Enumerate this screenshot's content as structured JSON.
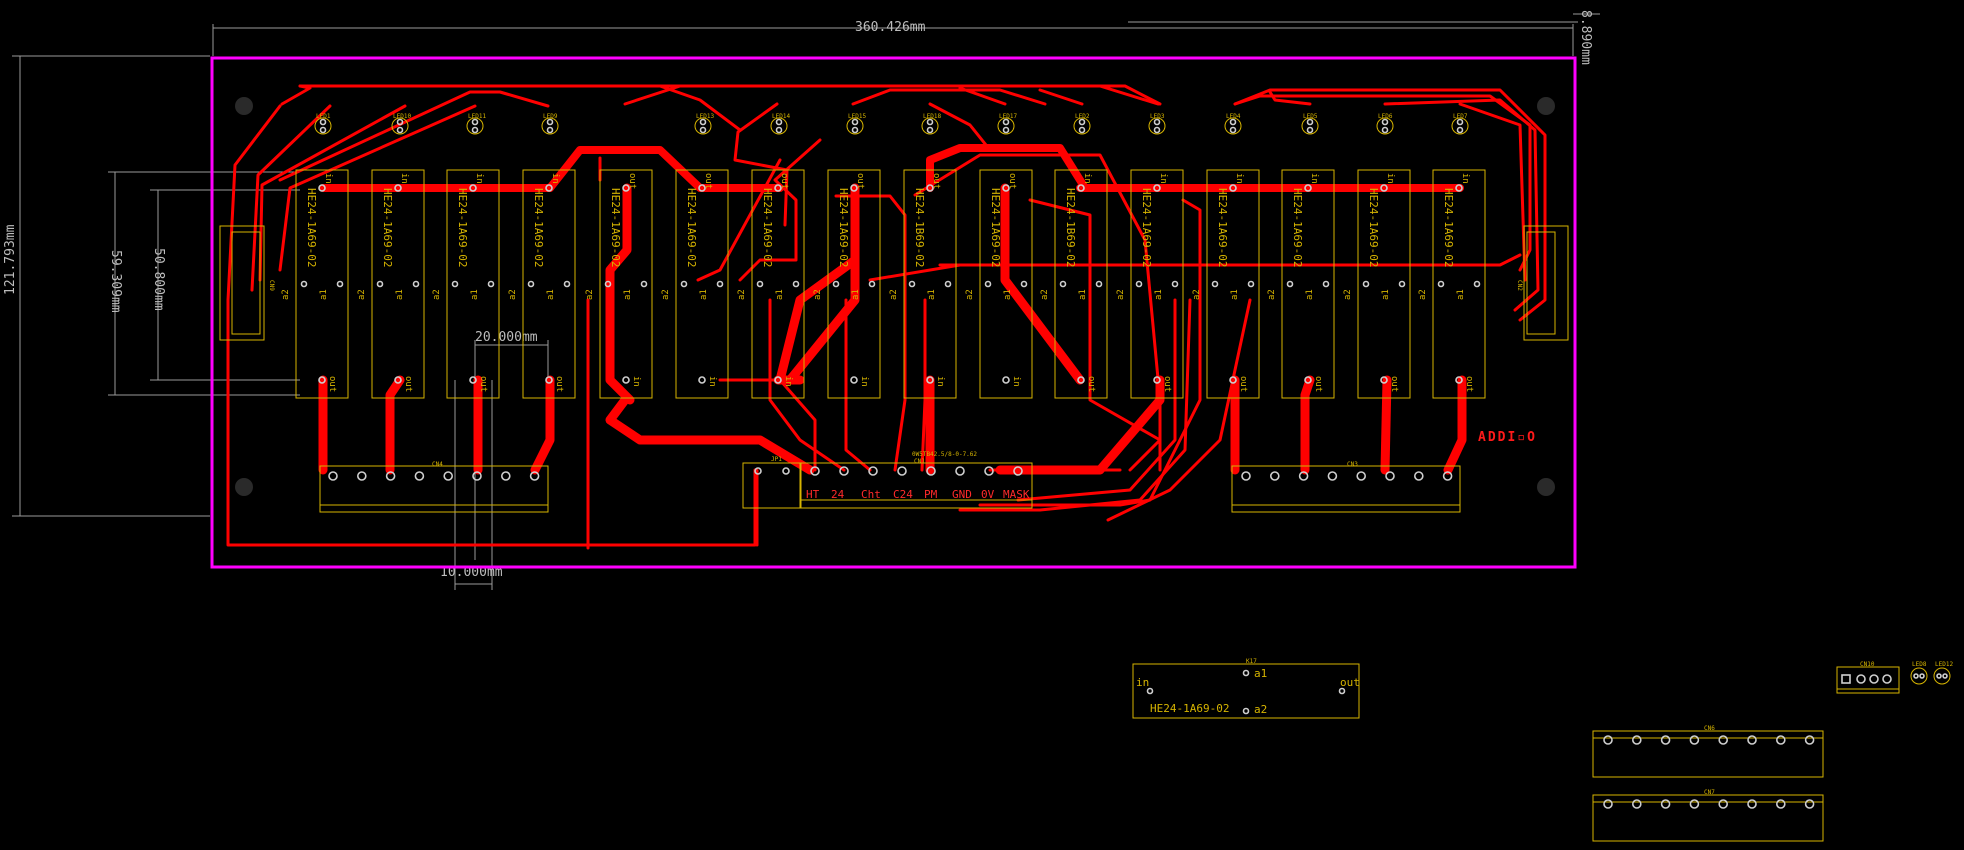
{
  "dimensions": {
    "width": "360.426mm",
    "height": "121.793mm",
    "offset": "8.890mm",
    "relay_span_outer": "59.309mm",
    "relay_span_inner": "50.800mm",
    "pitch_20": "20.000mm",
    "pitch_10": "10.000mm"
  },
  "leds_top": [
    "LED1",
    "LED10",
    "LED11",
    "LED9",
    "LED13",
    "LED14",
    "LED15",
    "LED18",
    "LED17",
    "LED2",
    "LED3",
    "LED4",
    "LED5",
    "LED6",
    "LED7"
  ],
  "relay_part": "HE24-1A69-02",
  "relay_part_alt": "HE24-1B69-02",
  "pin_labels": {
    "in": "in",
    "out": "out",
    "a1": "a1",
    "a2": "a2"
  },
  "connectors": {
    "cn4": "CN4",
    "cn1": "CN1",
    "cn1_part": "0W5TB42.5/8-0-7.62",
    "cn3": "CN3",
    "cn9": "CN9",
    "cn2": "CN2",
    "jp1": "JP1",
    "cn6": "CN6",
    "cn7": "CN7",
    "cn10": "CN10"
  },
  "cn1_pin_labels": [
    "HT",
    "24",
    "Cht",
    "C24",
    "PM",
    "GND",
    "0V",
    "MASK"
  ],
  "logo_text": "ADDI▫O",
  "spare": {
    "relay_ref": "K17",
    "relay_part": "HE24-1A69-02",
    "pin_in": "in",
    "pin_out": "out",
    "pin_a1": "a1",
    "pin_a2": "a2",
    "led_labels": [
      "LED8",
      "LED12"
    ]
  },
  "colors": {
    "background": "#000000",
    "outline": "#ff00ff",
    "copper": "#ff0000",
    "silkscreen": "#d6b400",
    "dimension": "#bdbdbd"
  }
}
